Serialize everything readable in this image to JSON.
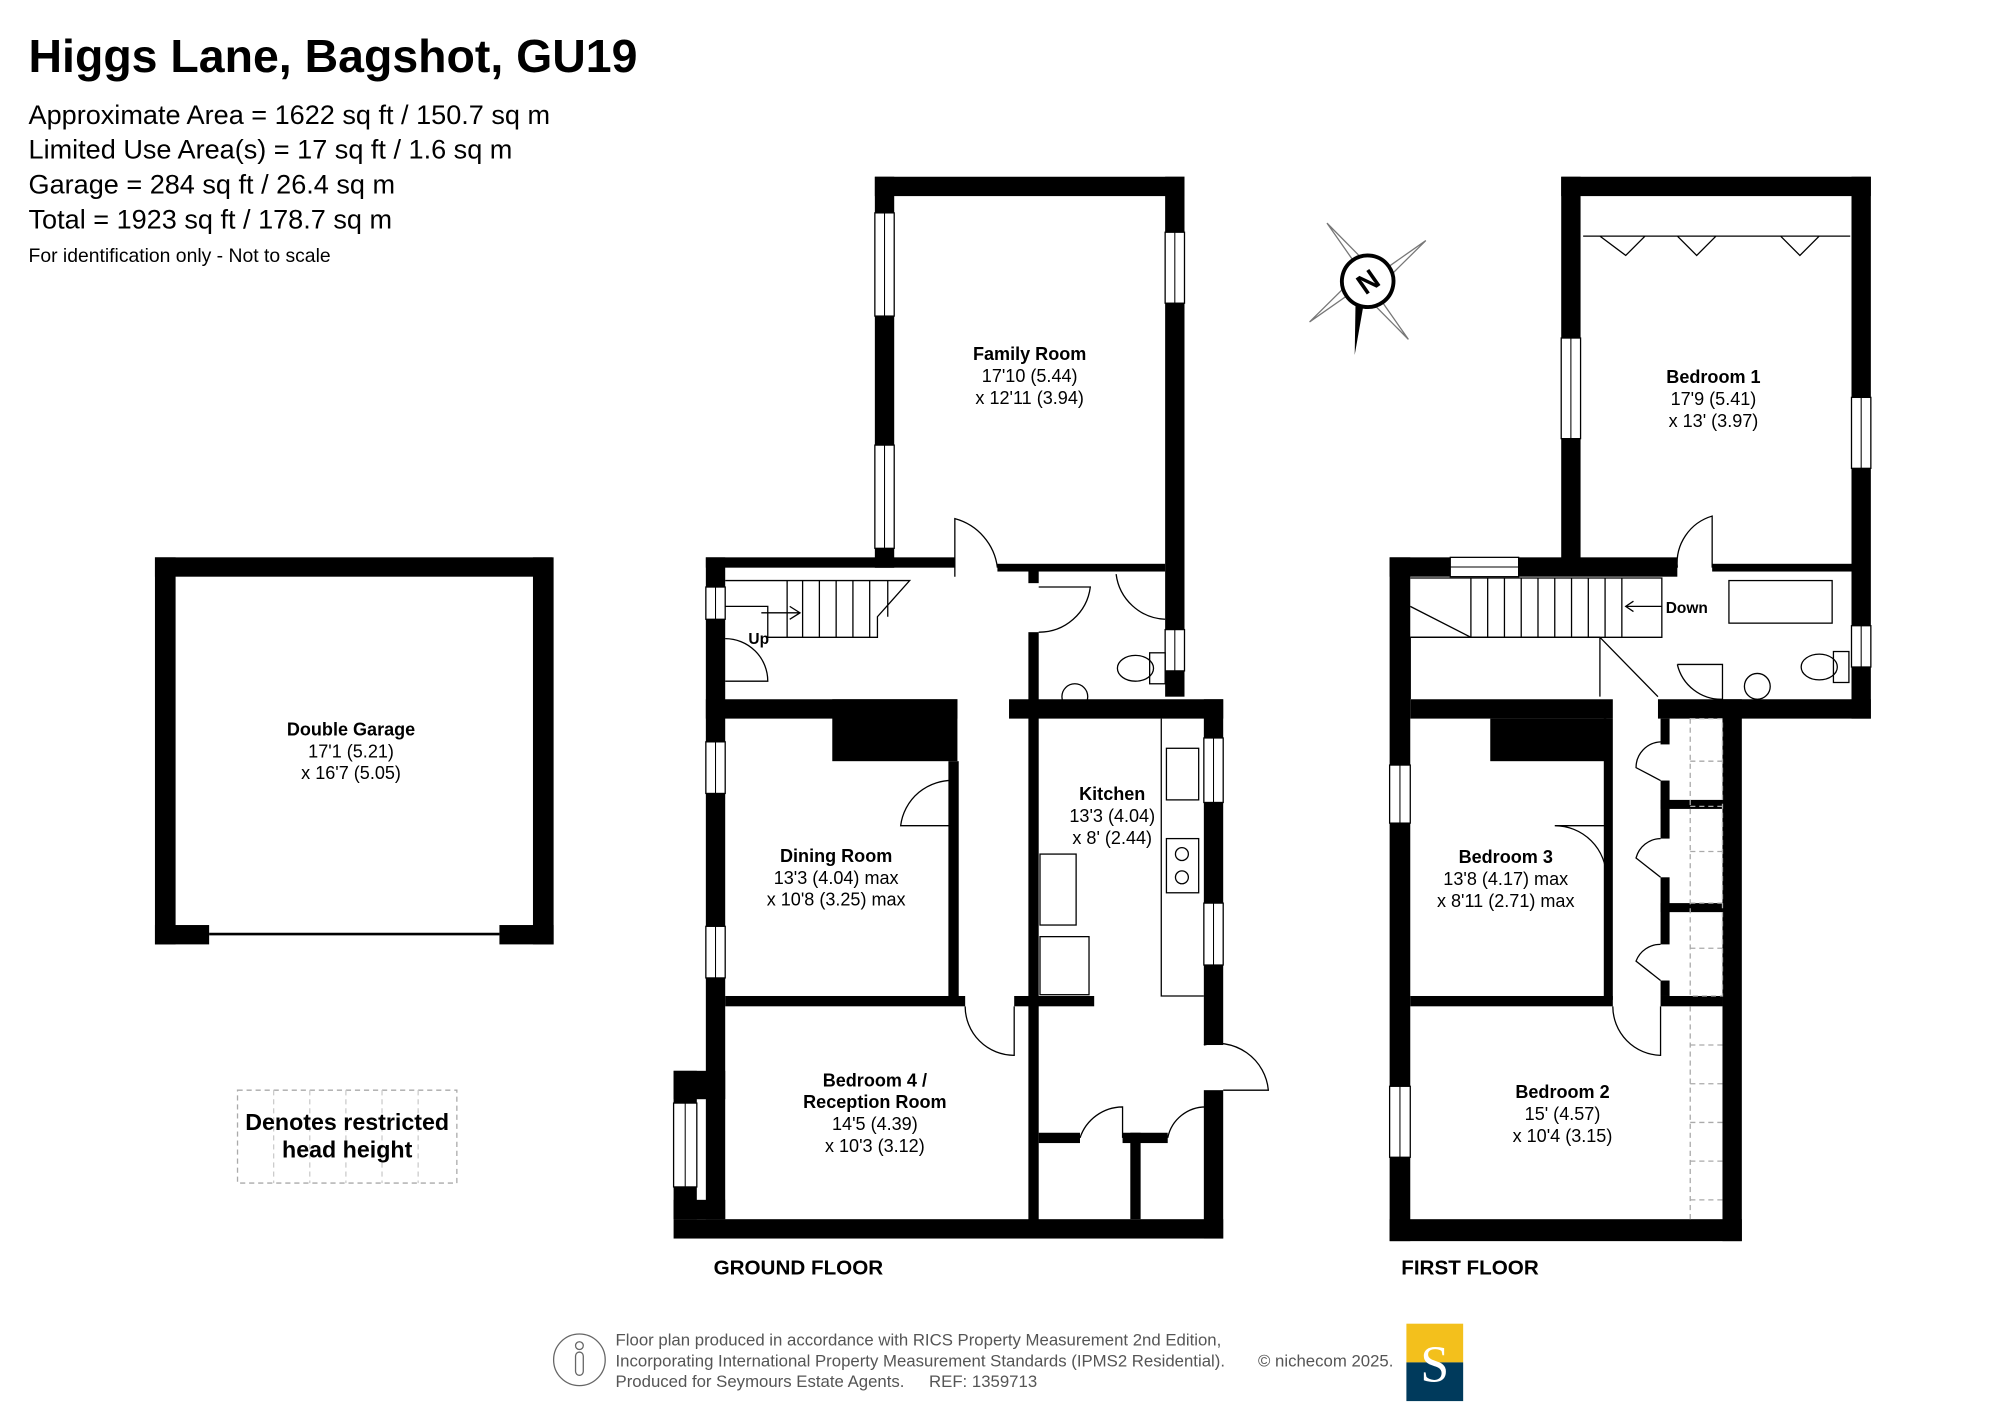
{
  "header": {
    "title": "Higgs Lane, Bagshot, GU19",
    "areas": [
      "Approximate Area = 1622 sq ft / 150.7 sq m",
      "Limited Use Area(s) = 17 sq ft / 1.6 sq m",
      "Garage = 284 sq ft / 26.4 sq m",
      "Total = 1923 sq ft / 178.7 sq m"
    ],
    "disclaimer": "For identification only - Not to scale"
  },
  "rooms": {
    "garage": {
      "name": "Double Garage",
      "dim1": "17'1 (5.21)",
      "dim2": "x 16'7 (5.05)"
    },
    "family": {
      "name": "Family Room",
      "dim1": "17'10 (5.44)",
      "dim2": "x 12'11 (3.94)"
    },
    "dining": {
      "name": "Dining Room",
      "dim1": "13'3 (4.04) max",
      "dim2": "x 10'8 (3.25) max"
    },
    "kitchen": {
      "name": "Kitchen",
      "dim1": "13'3 (4.04)",
      "dim2": "x 8' (2.44)"
    },
    "bed4": {
      "name1": "Bedroom 4 /",
      "name2": "Reception Room",
      "dim1": "14'5 (4.39)",
      "dim2": "x 10'3 (3.12)"
    },
    "bed1": {
      "name": "Bedroom 1",
      "dim1": "17'9 (5.41)",
      "dim2": "x 13' (3.97)"
    },
    "bed3": {
      "name": "Bedroom 3",
      "dim1": "13'8 (4.17) max",
      "dim2": "x 8'11 (2.71) max"
    },
    "bed2": {
      "name": "Bedroom 2",
      "dim1": "15' (4.57)",
      "dim2": "x 10'4 (3.15)"
    }
  },
  "stairs": {
    "up": "Up",
    "down": "Down"
  },
  "floors": {
    "ground": "GROUND FLOOR",
    "first": "FIRST FLOOR"
  },
  "legend": {
    "line1": "Denotes restricted",
    "line2": "head height"
  },
  "compass": {
    "letter": "N"
  },
  "footer": {
    "line1": "Floor plan produced in accordance with RICS Property Measurement 2nd Edition,",
    "line2": "Incorporating International Property Measurement Standards (IPMS2 Residential).",
    "copyright": "© nichecom 2025.",
    "line3": "Produced for Seymours Estate Agents.",
    "ref": "REF: 1359713",
    "logo_letter": "S"
  },
  "colors": {
    "wall": "#000000",
    "logo_top": "#f3c01c",
    "logo_bottom": "#003a5c"
  }
}
